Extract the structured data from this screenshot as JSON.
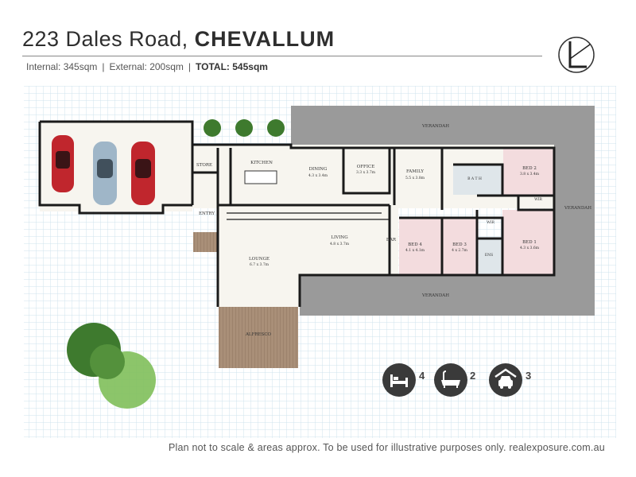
{
  "header": {
    "address": "223 Dales Road,",
    "suburb": "CHEVALLUM",
    "internal": "Internal: 345sqm",
    "external": "External: 200sqm",
    "sep": "|",
    "total": "TOTAL: 545sqm"
  },
  "rooms": {
    "verandah_top": "VERANDAH",
    "verandah_right": "VERANDAH",
    "verandah_bottom": "VERANDAH",
    "store": "STORE",
    "kitchen": "KITCHEN",
    "dining": "DINING",
    "dining_dim": "4.3 x 3.4m",
    "office": "OFFICE",
    "office_dim": "3.3 x 3.7m",
    "family": "FAMILY",
    "family_dim": "5.5 x 3.8m",
    "bath": "B A T H",
    "bed2": "BED 2",
    "bed2_dim": "3.8 x 3.4m",
    "wir_bed2": "WIR",
    "entry": "ENTRY",
    "living": "LIVING",
    "living_dim": "4.8 x 3.7m",
    "bar": "BAR",
    "bed4": "BED 4",
    "bed4_dim": "4.1 x 4.1m",
    "bed3": "BED 3",
    "bed3_dim": "4 x 2.7m",
    "wir_bed1": "WIR",
    "ens": "ENS",
    "bed1": "BED 1",
    "bed1_dim": "4.3 x 3.6m",
    "lounge": "LOUNGE",
    "lounge_dim": "6.7 x 3.7m",
    "alfresco": "ALFRESCO"
  },
  "stats": {
    "bedrooms": "4",
    "bathrooms": "2",
    "garage": "3",
    "bed_icon": "bed-icon",
    "bath_icon": "bathtub-icon",
    "garage_icon": "car-garage-icon"
  },
  "footer": {
    "disclaimer": "Plan not to scale & areas approx. To be used for illustrative purposes only. realexposure.com.au"
  },
  "colors": {
    "grid": "#cfe3ee",
    "verandah": "#9a9a9a",
    "floor": "#f7f5ef",
    "bedroom": "#f3dcde",
    "deck": "#a98f78",
    "wall": "#1a1a1a",
    "tree_dark": "#3e7a2e",
    "tree_light": "#7fbf5a"
  }
}
